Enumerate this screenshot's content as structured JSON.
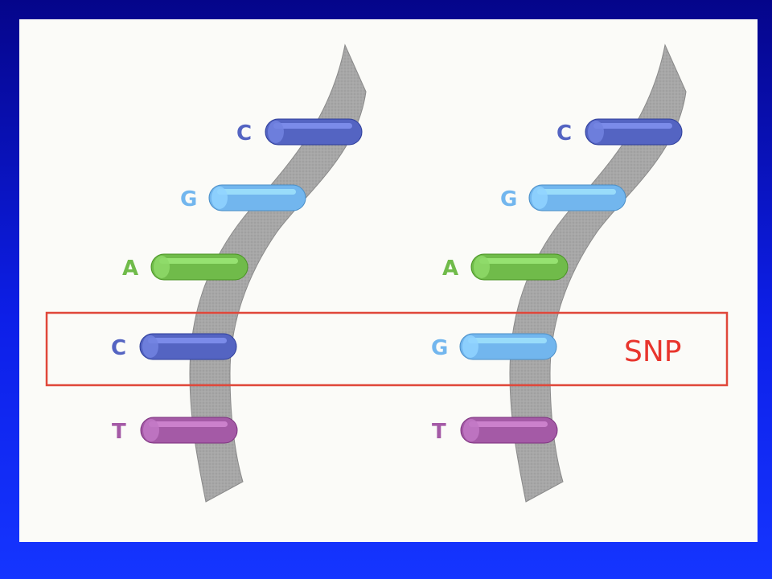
{
  "colors": {
    "background_frame": "#0d1fe8",
    "panel": "#fbfbf8",
    "backbone": "#a7a7a7",
    "highlight_box": "#e0473a",
    "snp_text": "#e8352d",
    "C": "#5464c2",
    "G": "#72b6ee",
    "A": "#70bb4a",
    "T": "#a45aa6"
  },
  "strands": [
    {
      "bases": [
        "C",
        "G",
        "A",
        "C",
        "T"
      ]
    },
    {
      "bases": [
        "C",
        "G",
        "A",
        "G",
        "T"
      ]
    }
  ],
  "highlight": {
    "label": "SNP",
    "row_index": 3
  }
}
